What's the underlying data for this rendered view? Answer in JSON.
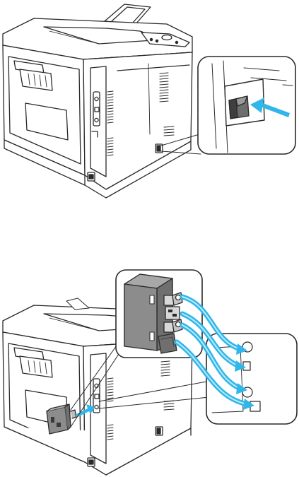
{
  "figure": {
    "panels": [
      {
        "id": "power-switch-illustration",
        "icons": [
          "printer-rear-view",
          "power-switch-icon",
          "arrow-icon"
        ]
      },
      {
        "id": "network-module-installation-illustration",
        "icons": [
          "printer-rear-view",
          "network-module-icon",
          "ports-icon",
          "arrow-icon"
        ]
      }
    ]
  },
  "colors": {
    "line": "#2a2a2a",
    "printer_body": "#ffffff",
    "module_body": "#8c8c8c",
    "module_shadow": "#6f6f6f",
    "arrow": "#2fb7ea",
    "arrow_light": "#bfe9f8"
  }
}
